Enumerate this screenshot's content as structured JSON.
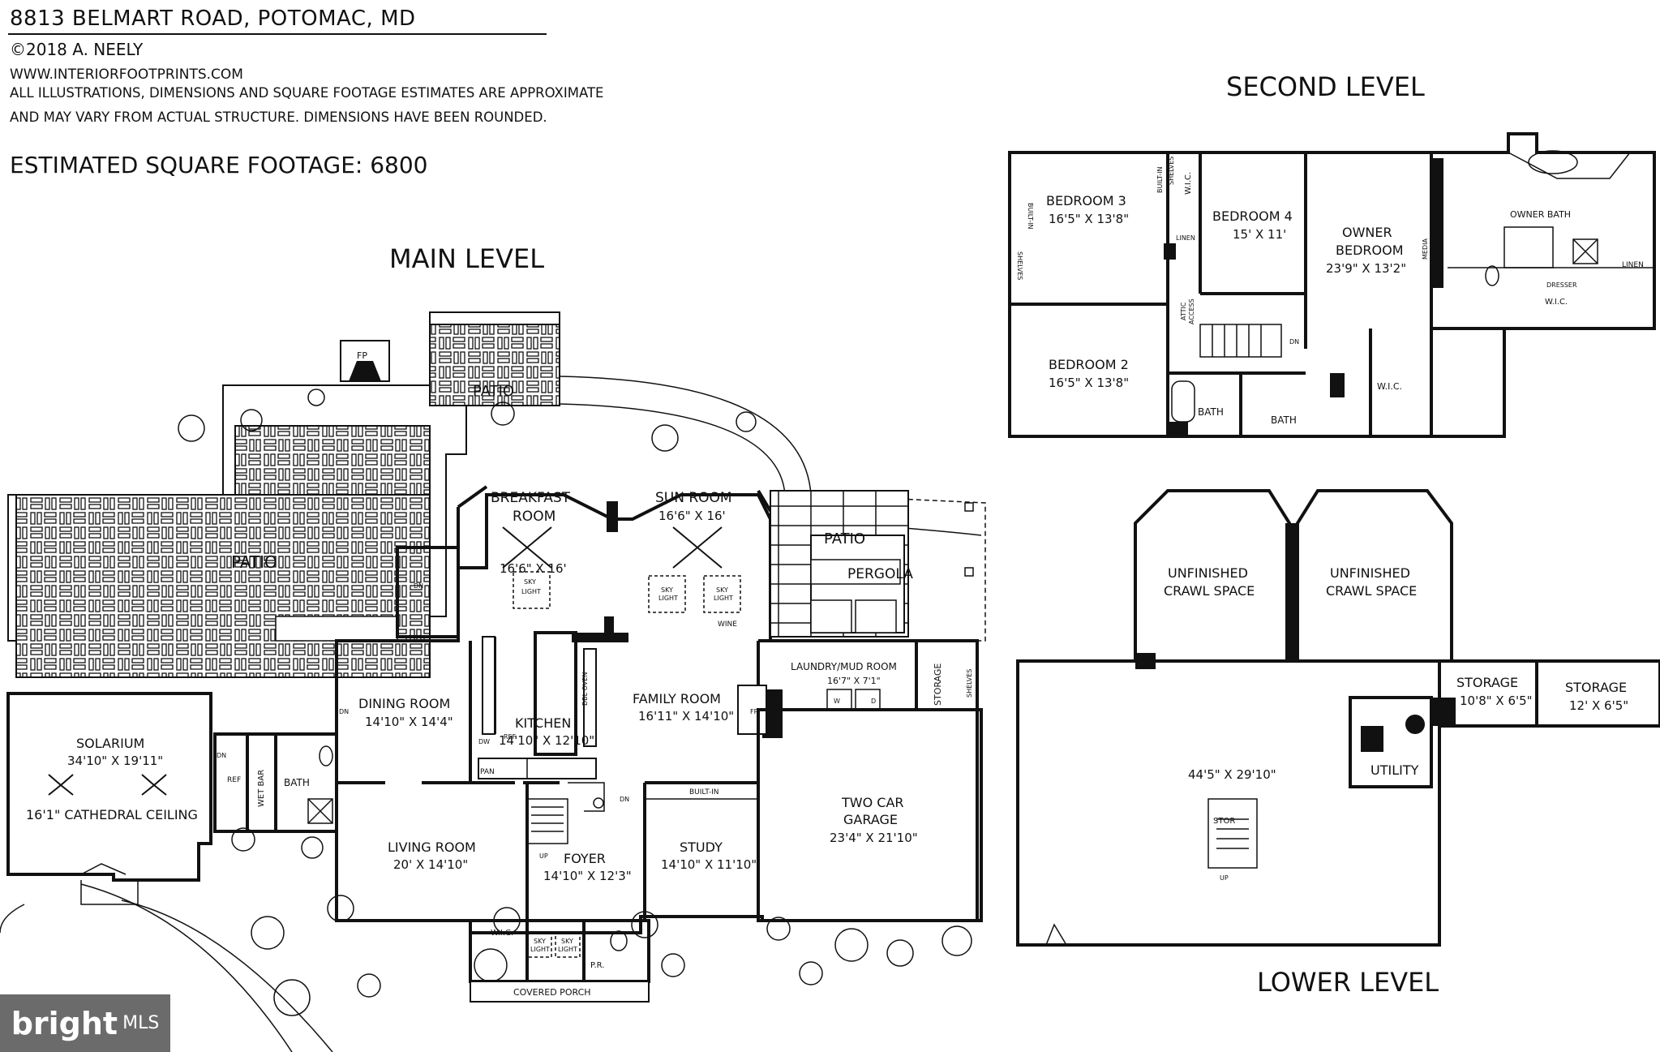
{
  "header": {
    "address": "8813 BELMART ROAD, POTOMAC, MD",
    "copyright": "©2018 A. NEELY",
    "website": "WWW.INTERIORFOOTPRINTS.COM",
    "disclaimer_line1": "ALL ILLUSTRATIONS, DIMENSIONS AND SQUARE FOOTAGE ESTIMATES ARE APPROXIMATE",
    "disclaimer_line2": "AND MAY VARY FROM ACTUAL STRUCTURE. DIMENSIONS HAVE BEEN ROUNDED.",
    "square_footage": "ESTIMATED SQUARE FOOTAGE: 6800"
  },
  "levels": {
    "main": "MAIN LEVEL",
    "second": "SECOND LEVEL",
    "lower": "LOWER LEVEL"
  },
  "logo": {
    "word1": "bright",
    "word2": "MLS"
  },
  "main_level": {
    "fp_top": "FP",
    "patio_top": "PATIO",
    "patio_left": "PATIO",
    "patio_right": "PATIO",
    "pergola": "PERGOLA",
    "breakfast_name1": "BREAKFAST",
    "breakfast_name2": "ROOM",
    "breakfast_dims": "16'6\" X 16'",
    "sunroom_name": "SUN ROOM",
    "sunroom_dims": "16'6\" X 16'",
    "sky1": "SKY",
    "light1": "LIGHT",
    "sky2": "SKY",
    "light2": "LIGHT",
    "sky3": "SKY",
    "light3": "LIGHT",
    "wine": "WINE",
    "dn_left": "DN",
    "solarium_name": "SOLARIUM",
    "solarium_dims": "34'10\" X 19'11\"",
    "solarium_ceiling": "16'1\" CATHEDRAL CEILING",
    "dn_wetbar": "DN",
    "ref1": "REF",
    "wetbar": "WET BAR",
    "bath": "BATH",
    "dining_name": "DINING ROOM",
    "dining_dims": "14'10\" X 14'4\"",
    "dn_dining": "DN",
    "dw": "DW",
    "ref2": "REF",
    "pan": "PAN",
    "dbl_oven": "DBL OVEN",
    "kitchen_name": "KITCHEN",
    "kitchen_dims": "14'10\" X 12'10\"",
    "family_name": "FAMILY ROOM",
    "family_dims": "16'11\" X 14'10\"",
    "fp_family": "FP",
    "laundry_name": "LAUNDRY/MUD ROOM",
    "laundry_dims": "16'7\" X 7'1\"",
    "w": "W",
    "d": "D",
    "storage": "STORAGE",
    "shelves": "SHELVES",
    "garage_name1": "TWO CAR",
    "garage_name2": "GARAGE",
    "garage_dims": "23'4\" X 21'10\"",
    "built_in": "BUILT-IN",
    "living_name": "LIVING ROOM",
    "living_dims": "20' X 14'10\"",
    "foyer_name": "FOYER",
    "foyer_dims": "14'10\" X 12'3\"",
    "study_name": "STUDY",
    "study_dims": "14'10\" X 11'10\"",
    "up": "UP",
    "dn_foyer": "DN",
    "wic": "W.I.C.",
    "sky4": "SKY",
    "light4": "LIGHT",
    "sky5": "SKY",
    "light5": "LIGHT",
    "pr": "P.R.",
    "covered_porch": "COVERED PORCH"
  },
  "second_level": {
    "bed3_name": "BEDROOM 3",
    "bed3_dims": "16'5\" X 13'8\"",
    "built_in1": "BUILT-IN",
    "shelves1": "SHELVES",
    "built_in2": "BUILT-IN",
    "shelves2": "SHELVES",
    "wic1": "W.I.C.",
    "linen1": "LINEN",
    "bed4_name": "BEDROOM 4",
    "bed4_dims": "15' X 11'",
    "owner_name1": "OWNER",
    "owner_name2": "BEDROOM",
    "owner_dims": "23'9\" X 13'2\"",
    "media": "MEDIA",
    "owner_bath": "OWNER BATH",
    "linen2": "LINEN",
    "dresser": "DRESSER",
    "wic2": "W.I.C.",
    "attic1": "ATTIC",
    "attic2": "ACCESS",
    "dn": "DN",
    "bed2_name": "BEDROOM 2",
    "bed2_dims": "16'5\" X 13'8\"",
    "bath1": "BATH",
    "bath2": "BATH",
    "wic3": "W.I.C."
  },
  "lower_level": {
    "crawl1_l1": "UNFINISHED",
    "crawl1_l2": "CRAWL SPACE",
    "crawl2_l1": "UNFINISHED",
    "crawl2_l2": "CRAWL SPACE",
    "storage1_name": "STORAGE",
    "storage1_dims": "10'8\" X 6'5\"",
    "storage2_name": "STORAGE",
    "storage2_dims": "12' X 6'5\"",
    "utility": "UTILITY",
    "main_dims": "44'5\" X 29'10\"",
    "stor": "STOR",
    "up": "UP"
  }
}
